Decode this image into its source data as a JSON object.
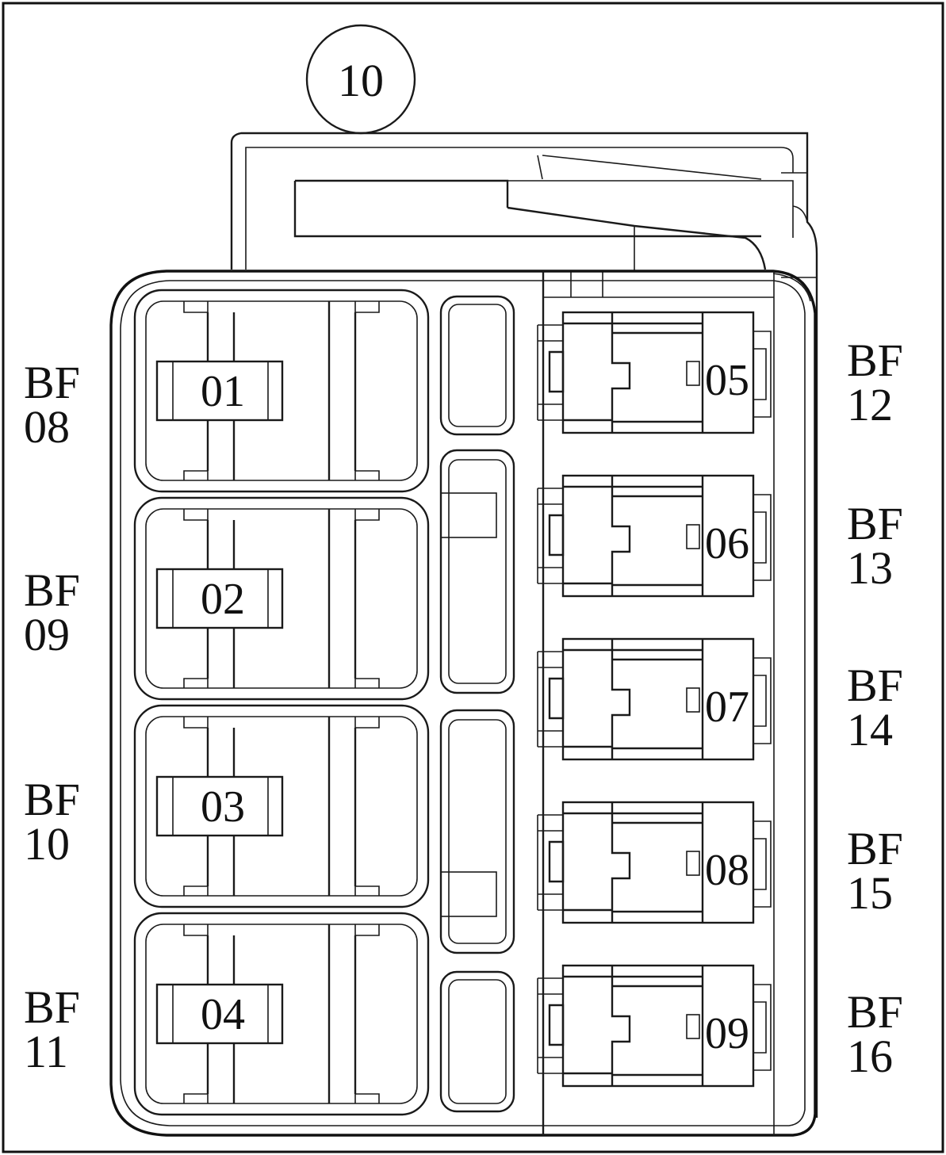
{
  "callout": {
    "label": "10"
  },
  "large_fuses": [
    {
      "id": "01",
      "label": "BF\n08"
    },
    {
      "id": "02",
      "label": "BF\n09"
    },
    {
      "id": "03",
      "label": "BF\n10"
    },
    {
      "id": "04",
      "label": "BF\n11"
    }
  ],
  "mini_fuses": [
    {
      "id": "05",
      "label": "BF\n12"
    },
    {
      "id": "06",
      "label": "BF\n13"
    },
    {
      "id": "07",
      "label": "BF\n14"
    },
    {
      "id": "08",
      "label": "BF\n15"
    },
    {
      "id": "09",
      "label": "BF\n16"
    }
  ]
}
